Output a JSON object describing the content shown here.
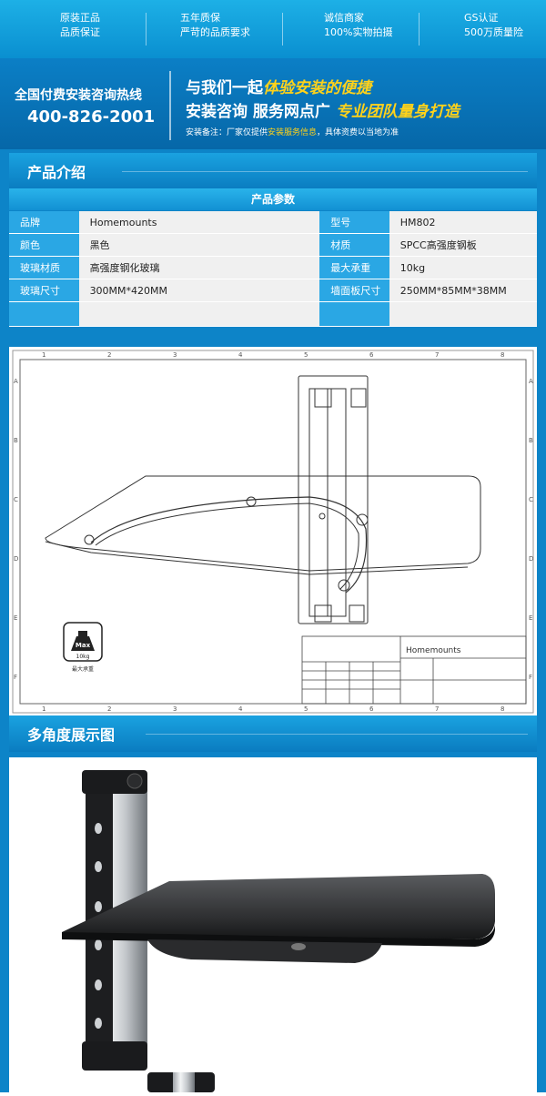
{
  "top_badges": [
    {
      "line1": "原装正品",
      "line2": "品质保证"
    },
    {
      "line1": "五年质保",
      "line2": "严苛的品质要求"
    },
    {
      "line1": "诚信商家",
      "line2": "100%实物拍摄"
    },
    {
      "line1": "GS认证",
      "line2": "500万质量险"
    }
  ],
  "hotline": {
    "label": "全国付费安装咨询热线",
    "number": "400-826-2001",
    "line1_prefix": "与我们一起",
    "line1_highlight": "体验安装的便捷",
    "line2_prefix": "安装咨询 服务网点广",
    "line2_highlight": "专业团队量身打造",
    "note_prefix": "安装备注：厂家仅提供",
    "note_highlight": "安装服务信息",
    "note_suffix": "，具体资费以当地为准"
  },
  "section_intro": "产品介绍",
  "params_title": "产品参数",
  "params": [
    {
      "k1": "品牌",
      "v1": "Homemounts",
      "k2": "型号",
      "v2": "HM802"
    },
    {
      "k1": "颜色",
      "v1": "黑色",
      "k2": "材质",
      "v2": "SPCC高强度钢板"
    },
    {
      "k1": "玻璃材质",
      "v1": "高强度钢化玻璃",
      "k2": "最大承重",
      "v2": "10kg"
    },
    {
      "k1": "玻璃尺寸",
      "v1": "300MM*420MM",
      "k2": "墙面板尺寸",
      "v2": "250MM*85MM*38MM"
    },
    {
      "k1": "",
      "v1": "",
      "k2": "",
      "v2": ""
    }
  ],
  "drawing": {
    "col_labels": [
      "1",
      "2",
      "3",
      "4",
      "5",
      "6",
      "7",
      "8"
    ],
    "row_labels": [
      "A",
      "B",
      "C",
      "D",
      "E",
      "F"
    ],
    "max_label": "Max",
    "max_weight": "10kg",
    "max_caption": "最大承重",
    "title_block_brand": "Homemounts"
  },
  "section_angles": "多角度展示图"
}
